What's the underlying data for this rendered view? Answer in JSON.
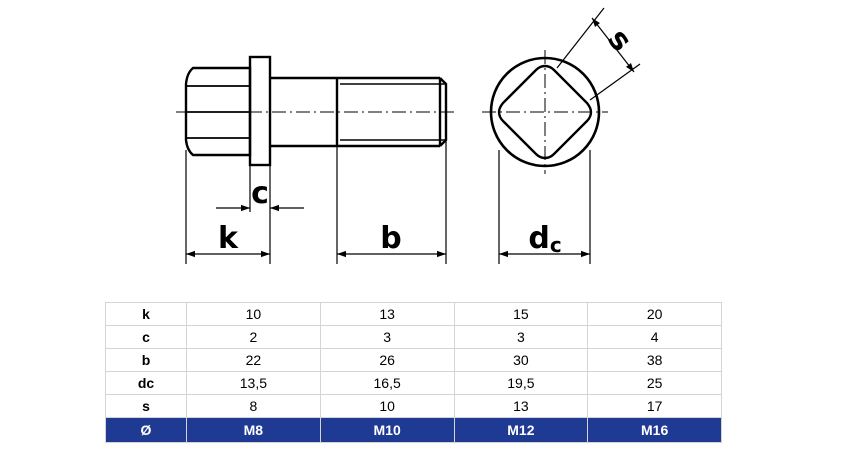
{
  "drawing": {
    "labels": {
      "k": "k",
      "c": "c",
      "b": "b",
      "dc_main": "d",
      "dc_sub": "c",
      "s": "s"
    }
  },
  "table": {
    "rows": [
      {
        "param": "k",
        "values": [
          "10",
          "13",
          "15",
          "20"
        ]
      },
      {
        "param": "c",
        "values": [
          "2",
          "3",
          "3",
          "4"
        ]
      },
      {
        "param": "b",
        "values": [
          "22",
          "26",
          "30",
          "38"
        ]
      },
      {
        "param": "dc",
        "values": [
          "13,5",
          "16,5",
          "19,5",
          "25"
        ]
      },
      {
        "param": "s",
        "values": [
          "8",
          "10",
          "13",
          "17"
        ]
      }
    ],
    "size_row": {
      "param": "Ø",
      "values": [
        "M8",
        "M10",
        "M12",
        "M16"
      ]
    }
  },
  "colors": {
    "size_row_bg": "#1f3a93",
    "size_row_text": "#ffffff",
    "line": "#000000",
    "grid": "#d4d4d4"
  }
}
